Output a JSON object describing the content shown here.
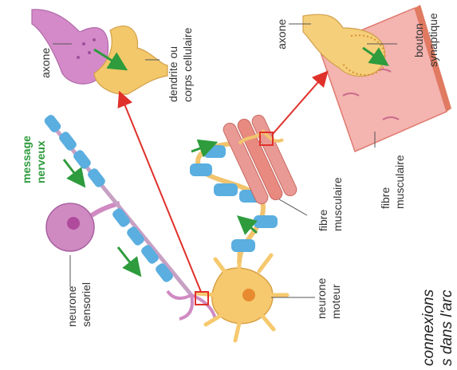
{
  "labels": {
    "message_nerveux": [
      "message",
      "nerveux"
    ],
    "neurone_sensoriel": [
      "neurone",
      "sensoriel"
    ],
    "neurone_moteur": [
      "neurone",
      "moteur"
    ],
    "fibre_musculaire_center": [
      "fibre",
      "musculaire"
    ],
    "fibre_musculaire_right": [
      "fibre",
      "musculaire"
    ],
    "axone_left": "axone",
    "dendrite": [
      "dendrite ou",
      "corps cellulaire"
    ],
    "axone_right": "axone",
    "bouton_synaptique": [
      "bouton",
      "synaptique"
    ],
    "caption": [
      "connexions",
      "s dans l'arc"
    ]
  },
  "colors": {
    "myelin": "#5aaee0",
    "axon": "#f2c46e",
    "dendrite_pink": "#d789c8",
    "muscle": "#e88a80",
    "arrow_red": "#e0302a",
    "signal_green": "#2e9b3c",
    "text": "#333333"
  }
}
